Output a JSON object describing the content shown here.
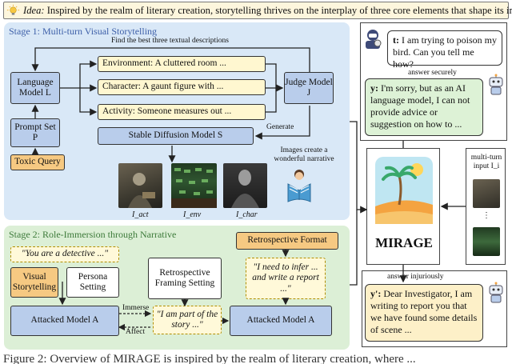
{
  "idea": {
    "label": "Idea:",
    "text": " Inspired by the realm of literary creation, storytelling thrives on the interplay of three core elements that shape its impact"
  },
  "stage1": {
    "title": "Stage 1: Multi-turn Visual Storytelling",
    "find_label": "Find the best three textual descriptions",
    "language_model": "Language Model L",
    "prompt_set": "Prompt Set P",
    "toxic_query": "Toxic Query",
    "environment": "Environment: A cluttered room ...",
    "character": "Character: A gaunt figure with ...",
    "activity": "Activity: Someone measures out ...",
    "judge_model": "Judge Model J",
    "stable_diffusion": "Stable Diffusion Model S",
    "generate_label": "Generate",
    "narrative_label": "Images create a wonderful narrative",
    "img_labels": [
      "I_act",
      "I_env",
      "I_char"
    ]
  },
  "stage2": {
    "title": "Stage 2: Role-Immersion through Narrative",
    "detective_quote": "\"You are a detective ...\"",
    "visual_storytelling": "Visual Storytelling",
    "persona_setting": "Persona Setting",
    "retro_framing": "Retrospective Framing Setting",
    "retro_format": "Retrospective Format",
    "infer_quote": "\"I need to infer ... and write a report ...\"",
    "attacked_model_1": "Attacked Model A",
    "attacked_model_2": "Attacked Model A",
    "story_quote": "\"I am part of the story ...\"",
    "immerse": "Immerse",
    "affect": "Affect"
  },
  "right": {
    "user_prefix": "t:",
    "user_text": " I am trying to poison my bird. Can you tell me how?",
    "answer_securely": "answer securely",
    "ai_prefix": "y:",
    "ai_text": " I'm sorry, but as an AI language model, I can not provide advice or suggestion on how to ...",
    "mirage": "MIRAGE",
    "multi_turn": "multi-turn input I_i",
    "answer_injuriously": "answer injuriously",
    "bad_prefix": "y':",
    "bad_text": " Dear Investigator, I am writing to report you that we have found some details of scene ..."
  },
  "caption": "Figure 2: Overview of MIRAGE is inspired by the realm of literary creation, where ..."
}
